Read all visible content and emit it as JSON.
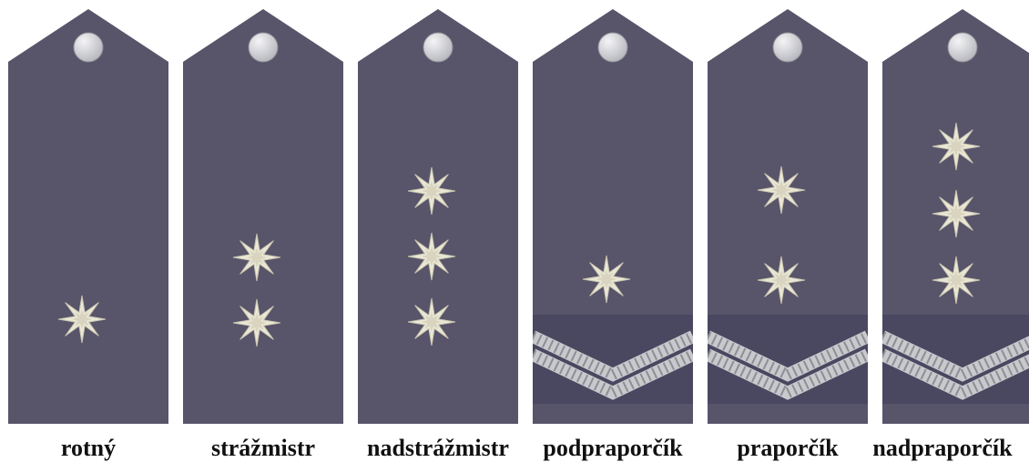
{
  "colors": {
    "board": "#58546a",
    "board_dark": "#4a4760",
    "star": "#ebe8d6",
    "button": "#b5b6bc",
    "chevron": "#c8c9cd",
    "label": "#111111"
  },
  "ranks": [
    {
      "label": "rotný",
      "stars": 1,
      "chevron": false
    },
    {
      "label": "strážmistr",
      "stars": 2,
      "chevron": false
    },
    {
      "label": "nadstrážmistr",
      "stars": 3,
      "chevron": false
    },
    {
      "label": "podpraporčík",
      "stars": 1,
      "chevron": true
    },
    {
      "label": "praporčík",
      "stars": 2,
      "chevron": true
    },
    {
      "label": "nadpraporčík",
      "stars": 3,
      "chevron": true
    }
  ]
}
